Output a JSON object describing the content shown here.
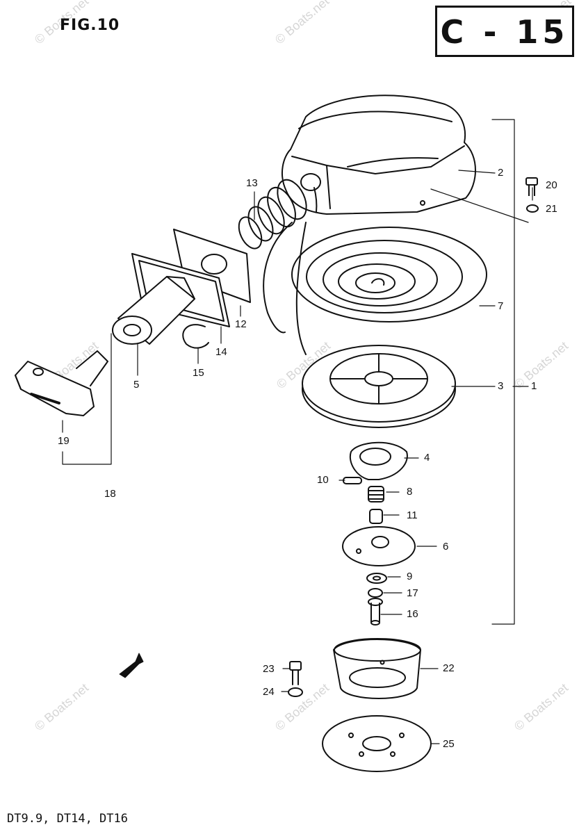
{
  "figure": {
    "title": "FIG.10",
    "code": "C - 15"
  },
  "footer": {
    "models": "DT9.9, DT14, DT16"
  },
  "watermark": "© Boats.net",
  "callouts": [
    "1",
    "2",
    "3",
    "4",
    "5",
    "6",
    "7",
    "8",
    "9",
    "10",
    "11",
    "12",
    "13",
    "14",
    "15",
    "16",
    "17",
    "18",
    "19",
    "20",
    "21",
    "22",
    "23",
    "24",
    "25"
  ],
  "icons": [
    "fwd-arrow-icon"
  ]
}
